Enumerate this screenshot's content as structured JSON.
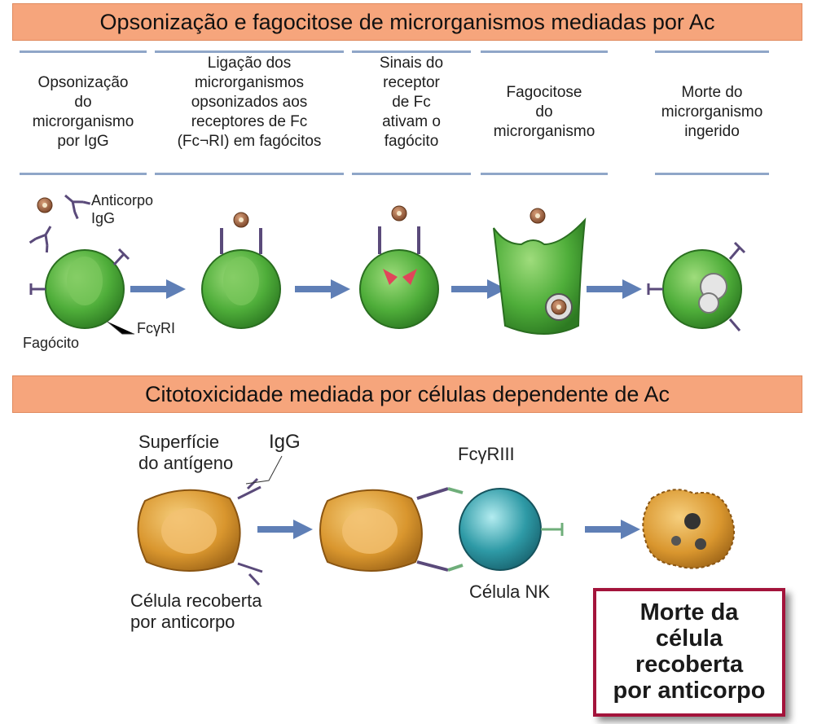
{
  "banner_top": "Opsonização e fagocitose de microrganismos mediadas por Ac",
  "banner_bottom": "Citotoxicidade mediada por células dependente de Ac",
  "steps": [
    "Opsonização\ndo\nmicrorganismo\npor IgG",
    "Ligação dos\nmicrorganismos\nopsonizados aos\nreceptores de Fc\n(Fc¬RI) em fagócitos",
    "Sinais do\nreceptor\nde Fc\nativam o\nfagócito",
    "Fagocitose\ndo\nmicrorganismo",
    "Morte do\nmicrorganismo\ningerido"
  ],
  "labels": {
    "antibody": "Anticorpo\nIgG",
    "phagocyte": "Fagócito",
    "fc_receptor_1": "FcγRI",
    "antigen_surface": "Superfície\ndo antígeno",
    "igg": "IgG",
    "fc_receptor_3": "FcγRIII",
    "coated_cell": "Célula recoberta\npor anticorpo",
    "nk_cell": "Célula NK"
  },
  "final_box": "Morte da\ncélula\nrecoberta\npor anticorpo",
  "colors": {
    "banner": "#f6a57c",
    "cell_green": "#4fae3a",
    "target_cell": "#d9962e",
    "nk_cell": "#2e9aa6",
    "arrow": "#5f7fb6",
    "box_border": "#a3143b"
  }
}
